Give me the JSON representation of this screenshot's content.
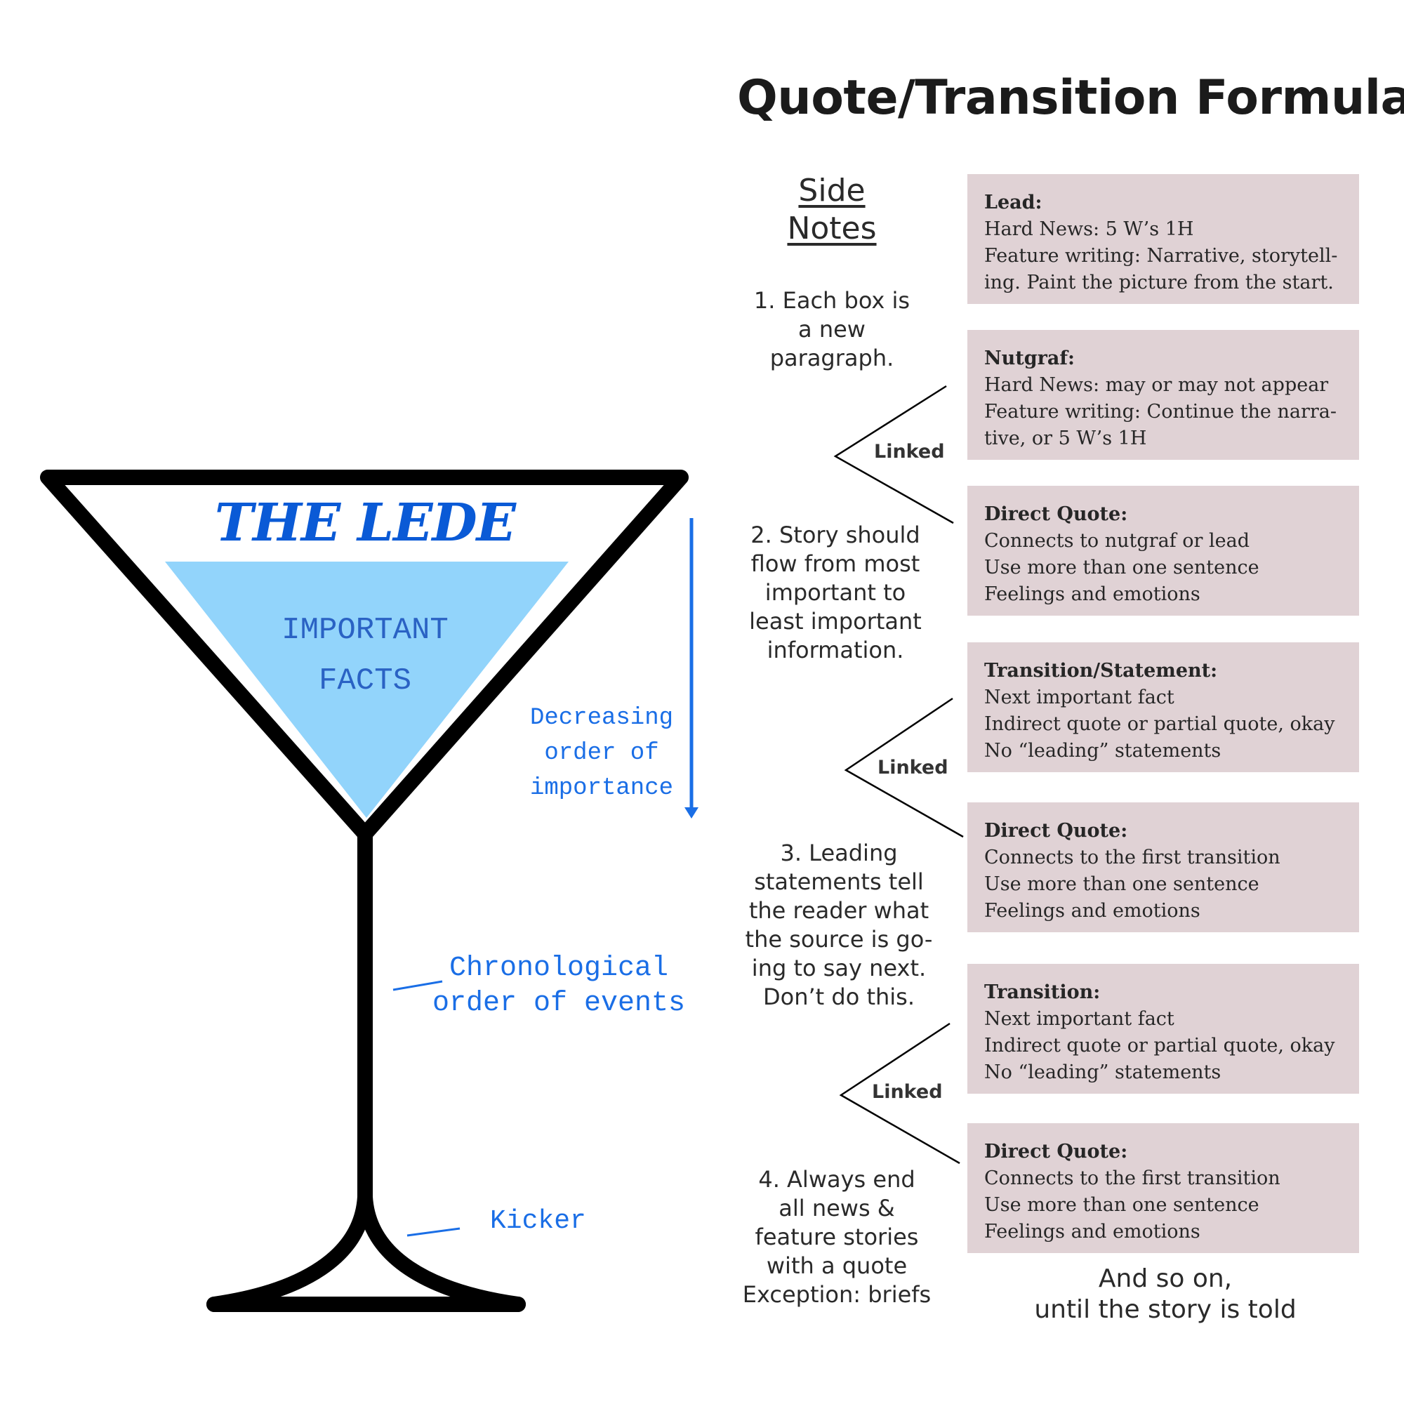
{
  "title": "Quote/Transition Formula",
  "glass": {
    "lede": "THE LEDE",
    "facts": [
      "IMPORTANT",
      "FACTS"
    ],
    "decreasing": [
      "Decreasing",
      "order of",
      "importance"
    ],
    "chronological": [
      "Chronological",
      "order of events"
    ],
    "kicker": "Kicker"
  },
  "side_notes": {
    "title": [
      "Side",
      "Notes"
    ],
    "notes": [
      [
        "1. Each box is",
        "a new",
        "paragraph."
      ],
      [
        "2. Story should",
        "flow from most",
        "important to",
        "least important",
        "information."
      ],
      [
        "3. Leading",
        "statements tell",
        "the reader what",
        "the source is go-",
        "ing to say next.",
        "Don’t do this."
      ],
      [
        "4. Always end",
        "all news &",
        "feature stories",
        "with a quote",
        "Exception: briefs"
      ]
    ]
  },
  "linked_label": "Linked",
  "boxes": [
    {
      "heading": "Lead:",
      "lines": [
        "Hard News: 5 W’s 1H",
        "Feature writing: Narrative, storytell-",
        "ing. Paint the picture from the start."
      ]
    },
    {
      "heading": "Nutgraf:",
      "lines": [
        "Hard News: may or may not appear",
        "Feature writing: Continue the narra-",
        "tive, or 5 W’s 1H"
      ]
    },
    {
      "heading": "Direct Quote:",
      "lines": [
        "Connects to nutgraf or lead",
        "Use more than one sentence",
        "Feelings and emotions"
      ]
    },
    {
      "heading": "Transition/Statement:",
      "lines": [
        "Next important fact",
        "Indirect quote or partial quote, okay",
        "No “leading” statements"
      ]
    },
    {
      "heading": "Direct Quote:",
      "lines": [
        "Connects to the first transition",
        "Use more than one sentence",
        "Feelings and emotions"
      ]
    },
    {
      "heading": "Transition:",
      "lines": [
        "Next important fact",
        "Indirect quote or partial quote, okay",
        "No “leading” statements"
      ]
    },
    {
      "heading": "Direct Quote:",
      "lines": [
        "Connects to the first transition",
        "Use more than one sentence",
        "Feelings and emotions"
      ]
    }
  ],
  "closing": [
    "And so on,",
    "until the story is told"
  ],
  "colors": {
    "box_fill": "#e0d2d5",
    "accent_blue": "#1a6ee6",
    "inner_triangle": "#92d4fb"
  }
}
